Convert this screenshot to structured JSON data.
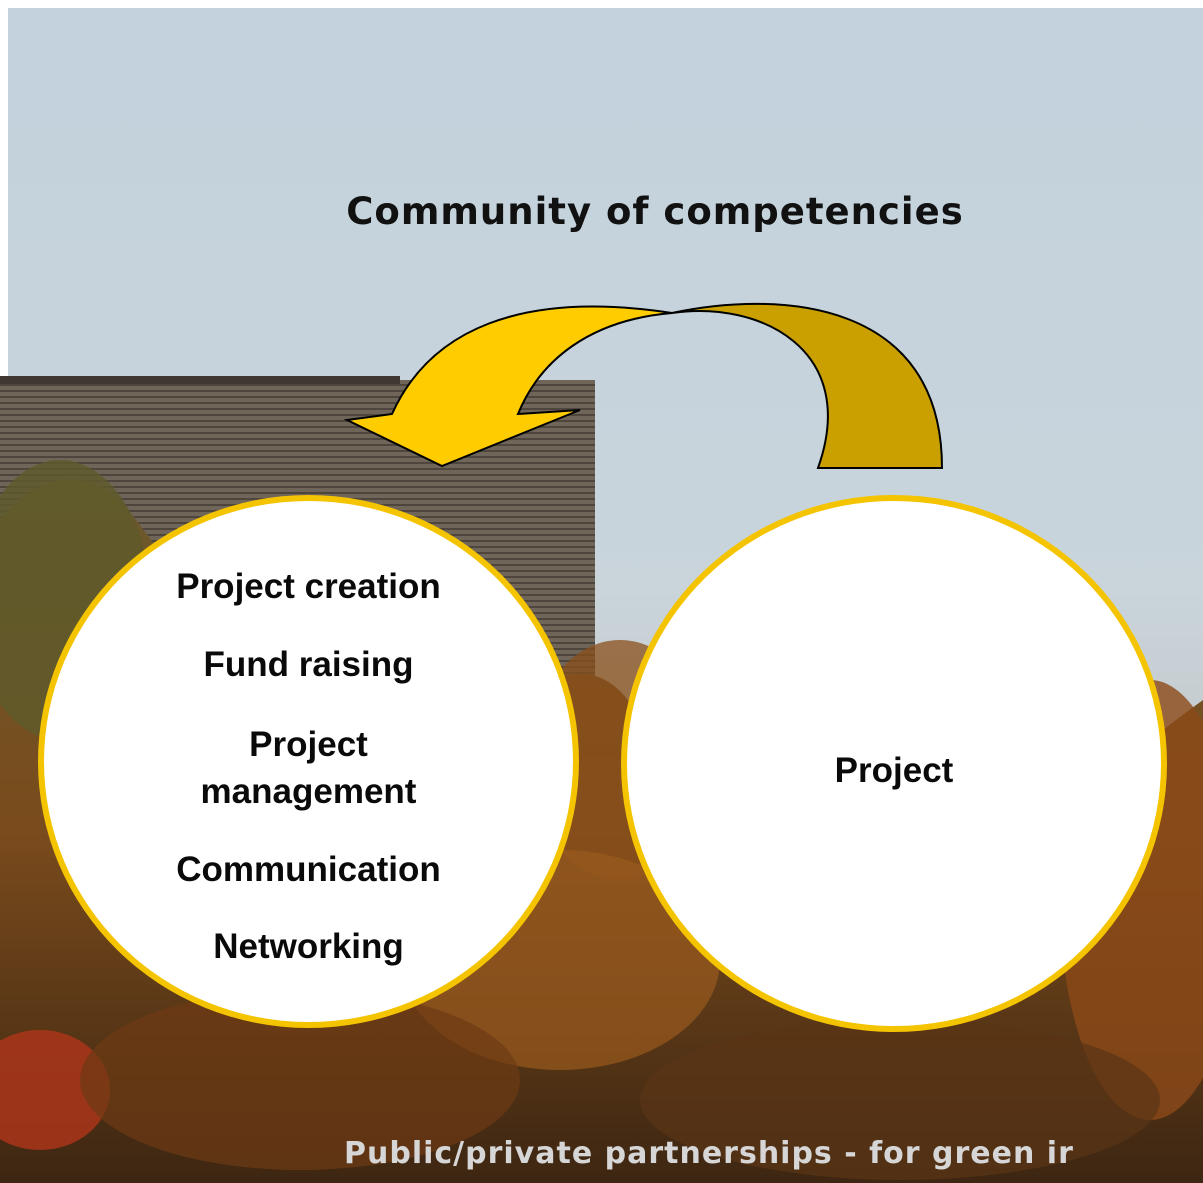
{
  "title": "Community of competencies",
  "left_circle": {
    "items": [
      "Project creation",
      "Fund raising",
      "Project management",
      "Communication",
      "Networking"
    ],
    "display_lines": [
      "Project creation",
      "Fund raising",
      "Project",
      "management",
      "Communication",
      "Networking"
    ]
  },
  "right_circle": {
    "label": "Project"
  },
  "footer": "Public/private partnerships - for green ir",
  "colors": {
    "circle_border": "#f4c400",
    "arrow_front": "#ffcc00",
    "arrow_back": "#c9a000"
  }
}
